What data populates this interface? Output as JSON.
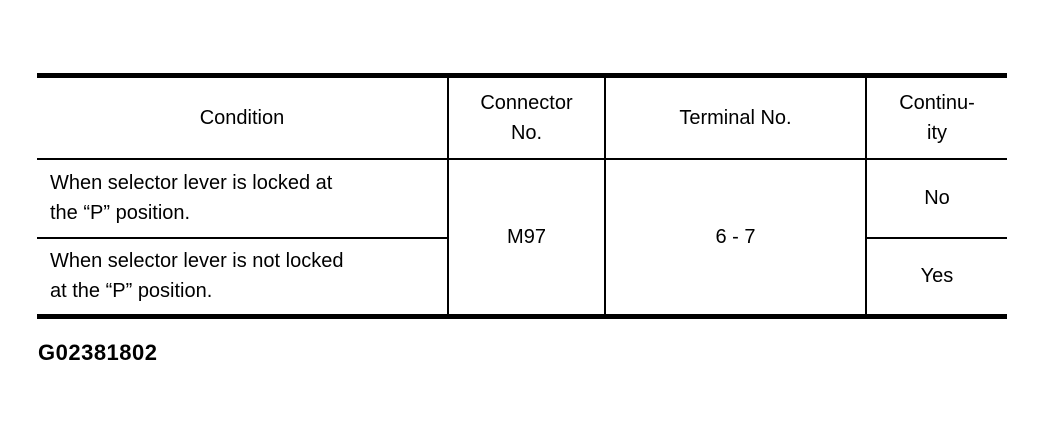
{
  "table": {
    "headers": {
      "condition": "Condition",
      "connector_no": "Connector\nNo.",
      "terminal_no": "Terminal No.",
      "continuity": "Continu-\nity"
    },
    "merged": {
      "connector_no": "M97",
      "terminal_no": "6 - 7"
    },
    "rows": [
      {
        "condition": "When selector lever is locked at\nthe “P” position.",
        "continuity": "No"
      },
      {
        "condition": "When selector lever is not locked\nat the “P” position.",
        "continuity": "Yes"
      }
    ]
  },
  "figure_id": "G02381802",
  "colors": {
    "border": "#000000",
    "text": "#000000",
    "background": "#ffffff"
  }
}
